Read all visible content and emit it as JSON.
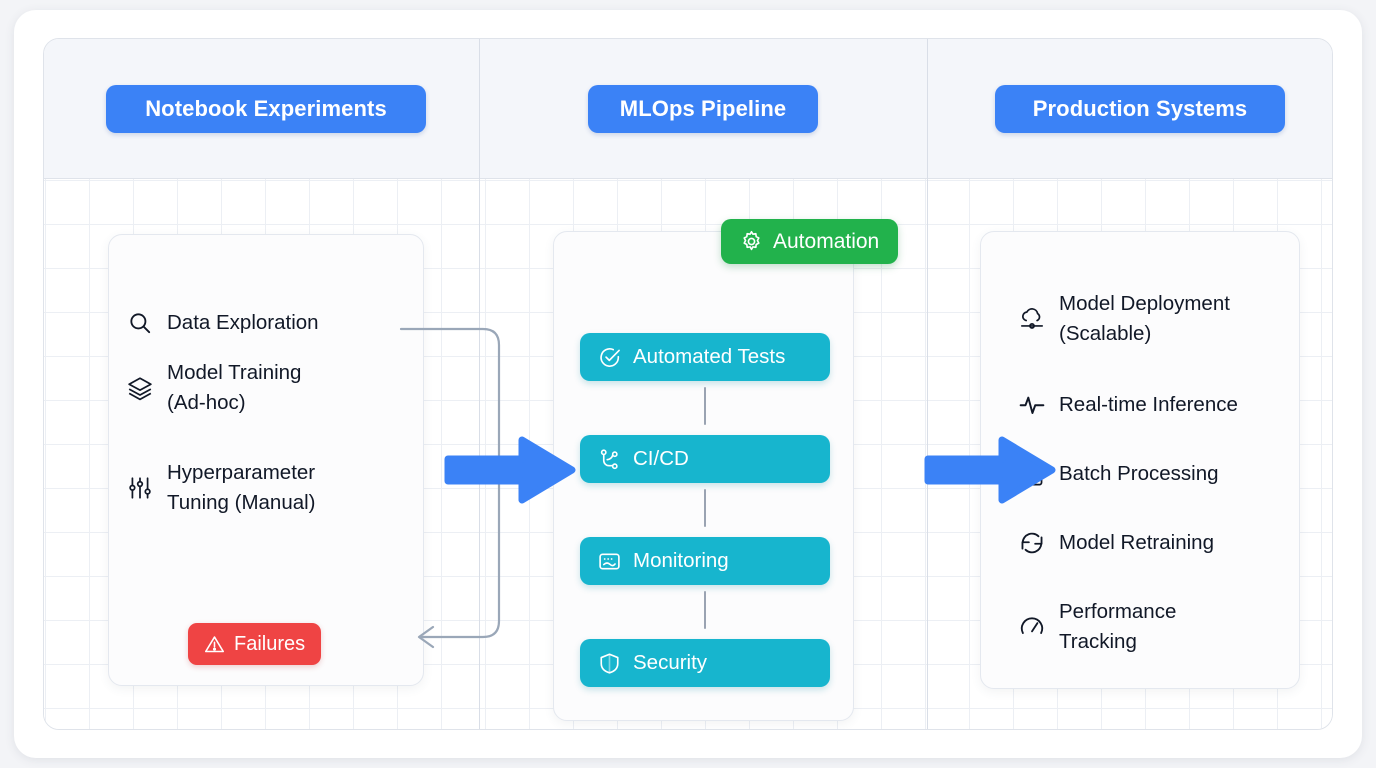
{
  "columns": [
    {
      "header": "Notebook Experiments"
    },
    {
      "header": "MLOps Pipeline"
    },
    {
      "header": "Production Systems"
    }
  ],
  "notebook": {
    "items": [
      {
        "icon": "search-icon",
        "label": "Data Exploration"
      },
      {
        "icon": "layers-icon",
        "label": "Model Training\n(Ad-hoc)"
      },
      {
        "icon": "sliders-icon",
        "label": "Hyperparameter\nTuning (Manual)"
      }
    ],
    "failures_badge": {
      "icon": "warning-triangle-icon",
      "label": "Failures"
    }
  },
  "mlops": {
    "automation_badge": {
      "icon": "gear-icon",
      "label": "Automation"
    },
    "chips": [
      {
        "icon": "check-circle-icon",
        "label": "Automated Tests"
      },
      {
        "icon": "git-branch-icon",
        "label": "CI/CD"
      },
      {
        "icon": "monitor-icon",
        "label": "Monitoring"
      },
      {
        "icon": "shield-icon",
        "label": "Security"
      }
    ]
  },
  "production": {
    "items": [
      {
        "icon": "cloud-upload-icon",
        "label": "Model Deployment\n(Scalable)"
      },
      {
        "icon": "activity-icon",
        "label": "Real-time Inference"
      },
      {
        "icon": "server-icon",
        "label": "Batch Processing"
      },
      {
        "icon": "refresh-icon",
        "label": "Model Retraining"
      },
      {
        "icon": "gauge-icon",
        "label": "Performance\nTracking"
      }
    ]
  },
  "flow": {
    "arrow_1": "arrow-right-notebook-to-mlops",
    "arrow_2": "arrow-right-mlops-to-production",
    "loop_arrow": "loop-arrow-failures-feedback"
  },
  "colors": {
    "header_chip": "#3b82f6",
    "pipeline_chip": "#17b5ce",
    "automation_badge": "#22b24c",
    "failures_badge": "#ef4444",
    "flow_arrow": "#3b82f6",
    "text": "#111827",
    "grid_line": "#eceff4",
    "panel_border": "#dfe3ea"
  }
}
